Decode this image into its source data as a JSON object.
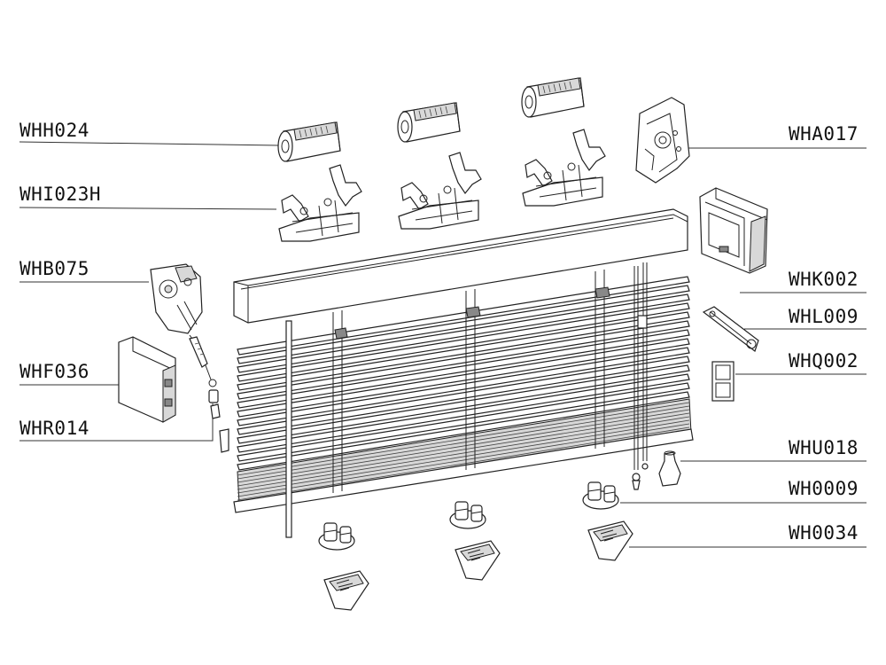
{
  "diagram": {
    "labels": {
      "whh024": "WHH024",
      "whi023h": "WHI023H",
      "whb075": "WHB075",
      "whf036": "WHF036",
      "whr014": "WHR014",
      "wha017": "WHA017",
      "whk002": "WHK002",
      "whl009": "WHL009",
      "whq002": "WHQ002",
      "whu018": "WHU018",
      "wh0009": "WH0009",
      "wh0034": "WH0034"
    }
  }
}
